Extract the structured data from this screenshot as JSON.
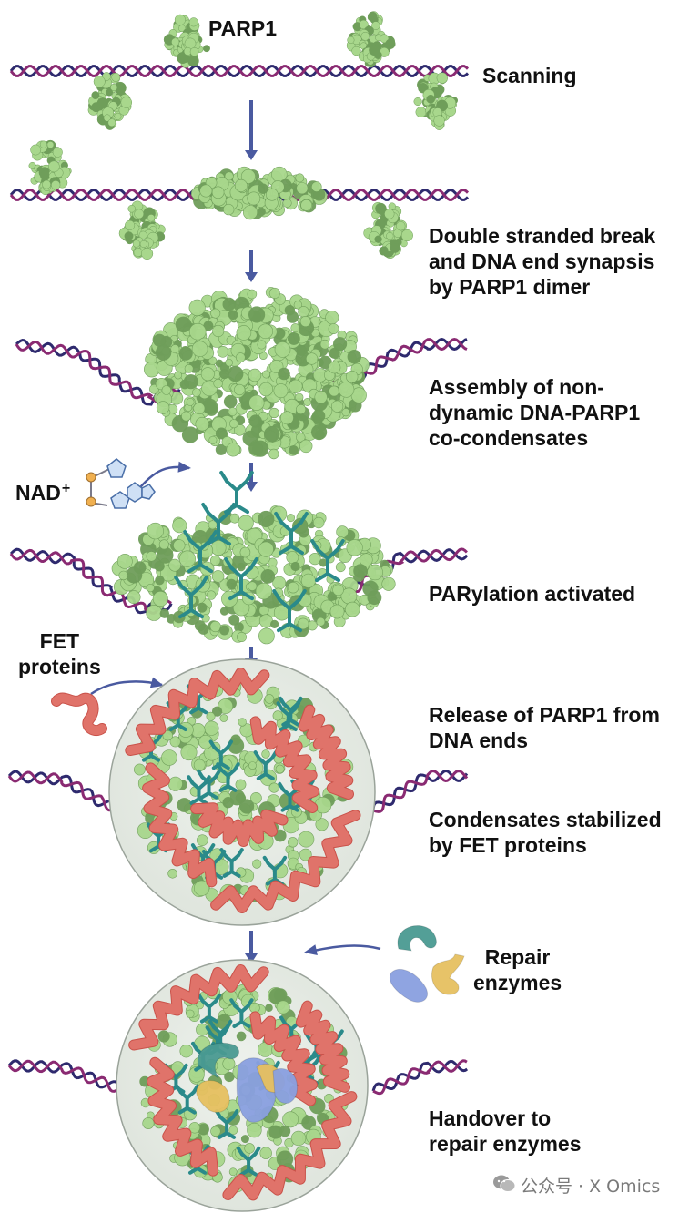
{
  "labels": {
    "parp1": "PARP1",
    "scanning": "Scanning",
    "double_break": [
      "Double stranded break",
      "and DNA end synapsis",
      "by PARP1 dimer"
    ],
    "assembly": [
      "Assembly of non-",
      "dynamic DNA-PARP1",
      "co-condensates"
    ],
    "nad": "NAD",
    "nad_sup": "+",
    "parylation": "PARylation activated",
    "fet": [
      "FET",
      "proteins"
    ],
    "release": [
      "Release of PARP1 from",
      "DNA ends"
    ],
    "stabilized": [
      "Condensates stabilized",
      "by FET proteins"
    ],
    "repair": [
      "Repair",
      "enzymes"
    ],
    "handover": [
      "Handover to",
      "repair enzymes"
    ]
  },
  "watermark": "公众号 · X Omics",
  "colors": {
    "dna_strand_a": "#8a2a72",
    "dna_strand_b": "#2e2a6e",
    "parp1": "#a8d78c",
    "parp1_dark": "#6f9e5a",
    "par_chain": "#2a8a8a",
    "fet": "#e0736a",
    "droplet": "#e6ebe5",
    "arrow": "#4a5aa0",
    "enzyme_teal": "#4a9a92",
    "enzyme_blue": "#8aa0e0",
    "enzyme_yellow": "#e6c060"
  }
}
